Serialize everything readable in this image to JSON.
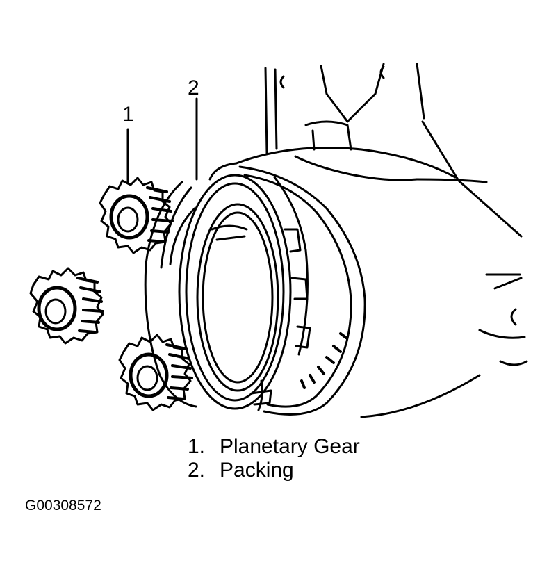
{
  "callouts": [
    "1",
    "2"
  ],
  "legend": [
    {
      "number": "1.",
      "label": "Planetary Gear"
    },
    {
      "number": "2.",
      "label": "Packing"
    }
  ],
  "figure_id": "G00308572"
}
